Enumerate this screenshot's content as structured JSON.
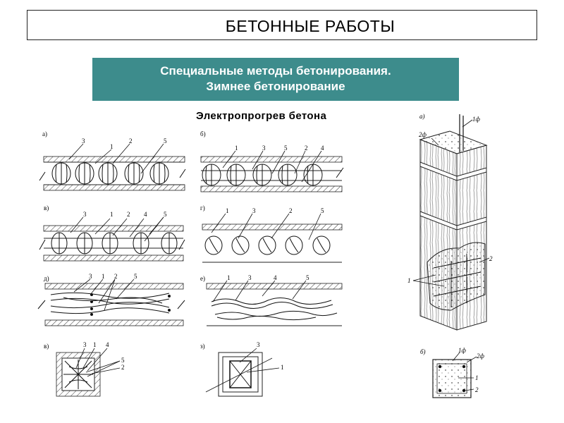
{
  "header": {
    "title": "БЕТОННЫЕ РАБОТЫ"
  },
  "banner": {
    "line1": "Специальные методы бетонирования.",
    "line2": "Зимнее  бетонирование"
  },
  "figure": {
    "caption": "Электропрогрев  бетона"
  },
  "panels": {
    "a": {
      "letter": "а)",
      "numbers": [
        "3",
        "1",
        "2",
        "5"
      ]
    },
    "b": {
      "letter": "б)",
      "numbers": [
        "1",
        "3",
        "5",
        "2",
        "4"
      ]
    },
    "v": {
      "letter": "в)",
      "numbers": [
        "3",
        "1",
        "2",
        "4",
        "5"
      ]
    },
    "g": {
      "letter": "г)",
      "numbers": [
        "1",
        "3",
        "2",
        "5"
      ]
    },
    "d": {
      "letter": "д)",
      "numbers": [
        "3",
        "1",
        "2",
        "5"
      ]
    },
    "e": {
      "letter": "е)",
      "numbers": [
        "1",
        "3",
        "4",
        "5"
      ]
    },
    "zh": {
      "letter": "в)",
      "numbers": [
        "3",
        "1",
        "4",
        "5",
        "2"
      ]
    },
    "z": {
      "letter": "з)",
      "numbers": [
        "3",
        "1"
      ]
    }
  },
  "column": {
    "letter_a": "а)",
    "letter_b": "б)",
    "labels_a": [
      "1ф",
      "2ф",
      "2",
      "1"
    ],
    "labels_b": [
      "1ф",
      "2ф",
      "1",
      "2"
    ]
  }
}
